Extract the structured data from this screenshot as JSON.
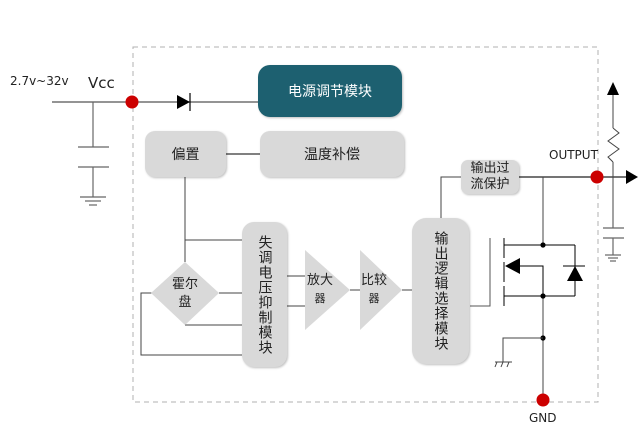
{
  "title": "Hall sensor IC block diagram",
  "inputs": {
    "voltage_range": "2.7v~32v",
    "vcc_label": "Vcc"
  },
  "blocks": {
    "power_regulator": "电源调节模块",
    "bias": "偏置",
    "temp_comp": "温度补偿",
    "hall_plate_line1": "霍尔",
    "hall_plate_line2": "盘",
    "offset_cancel": "失调电压抑制模块",
    "amplifier_line1": "放大",
    "amplifier_line2": "器",
    "comparator_line1": "比较",
    "comparator_line2": "器",
    "output_logic": "输出逻辑选择模块",
    "overcurrent_line1": "输出过",
    "overcurrent_line2": "流保护"
  },
  "pins": {
    "output": "OUTPUT",
    "gnd": "GND"
  },
  "colors": {
    "accent_block": "#1d6070",
    "pin_dot": "#cc0000",
    "gray_block": "#d9d9d9",
    "boundary": "#b0b0b0"
  }
}
